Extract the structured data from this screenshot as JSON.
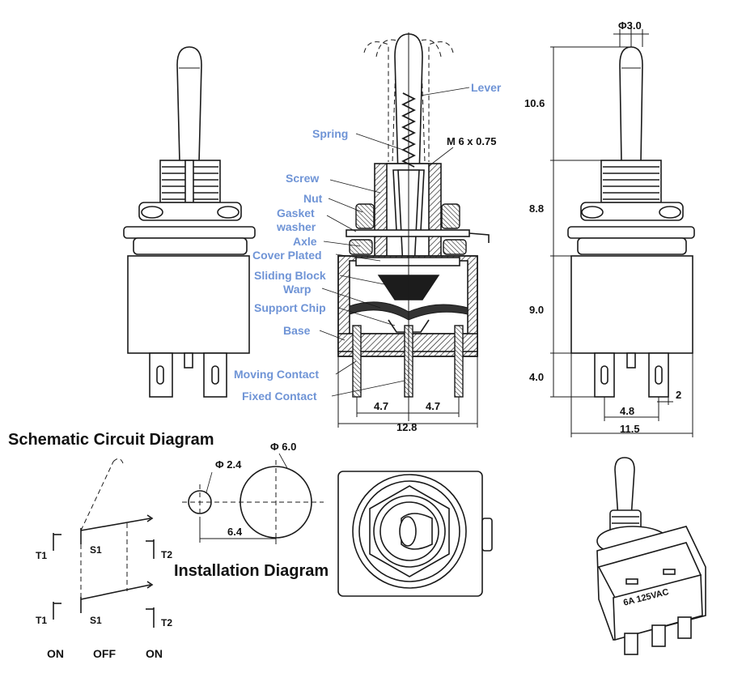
{
  "part_labels": {
    "lever": "Lever",
    "spring": "Spring",
    "thread": "M 6 x 0.75",
    "screw": "Screw",
    "nut": "Nut",
    "gasket": "Gasket",
    "washer": "washer",
    "axle": "Axle",
    "cover_plated": "Cover Plated",
    "sliding_block": "Sliding Block",
    "warp": "Warp",
    "support_chip": "Support Chip",
    "base": "Base",
    "moving_contact": "Moving Contact",
    "fixed_contact": "Fixed Contact"
  },
  "dimensions": {
    "lever_diameter": "Φ3.0",
    "lever_height": "10.6",
    "bushing_height": "8.8",
    "body_height": "9.0",
    "terminal_height": "4.0",
    "terminal_width": "2",
    "terminal_pitch_side": "4.8",
    "body_width_side": "11.5",
    "pitch_left": "4.7",
    "pitch_right": "4.7",
    "body_width_front": "12.8",
    "hole_small": "Φ 2.4",
    "hole_large": "Φ 6.0",
    "hole_spacing": "6.4"
  },
  "headings": {
    "schematic": "Schematic Circuit Diagram",
    "installation": "Installation Diagram"
  },
  "schematic": {
    "t1_top": "T1",
    "s1_top": "S1",
    "t2_top": "T2",
    "t1_bottom": "T1",
    "s1_bottom": "S1",
    "t2_bottom": "T2",
    "positions": [
      "ON",
      "OFF",
      "ON"
    ]
  },
  "rating": "6A 125VAC",
  "colors": {
    "label_blue": "#6f94d6",
    "line": "#1a1a1a"
  }
}
